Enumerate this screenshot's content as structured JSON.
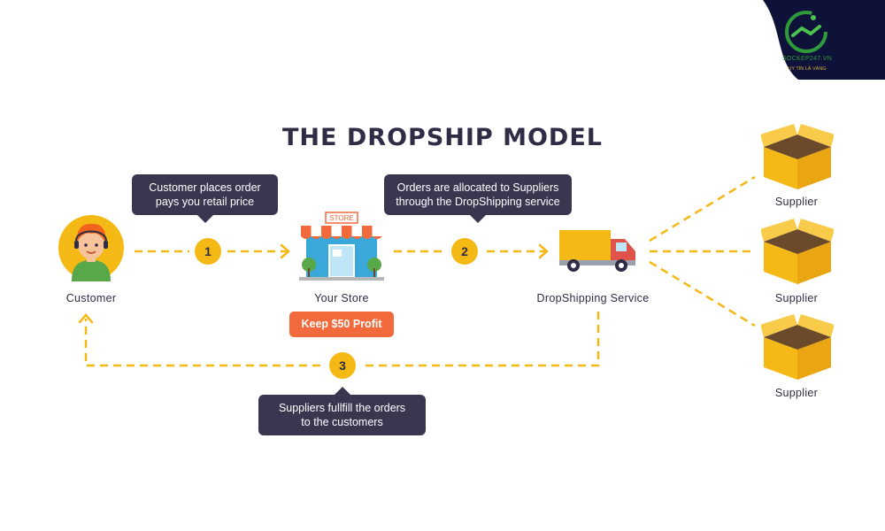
{
  "title": "THE DROPSHIP MODEL",
  "nodes": {
    "customer": "Customer",
    "store": "Your Store",
    "store_sign": "STORE",
    "service": "DropShipping Service",
    "suppliers": [
      "Supplier",
      "Supplier",
      "Supplier"
    ]
  },
  "steps": {
    "one": {
      "number": "1",
      "lines": [
        "Customer places order",
        "pays you retail price"
      ]
    },
    "two": {
      "number": "2",
      "lines": [
        "Orders are allocated to Suppliers",
        "through the DropShipping service"
      ]
    },
    "three": {
      "number": "3",
      "lines": [
        "Suppliers fullfill the orders",
        "to the customers"
      ]
    }
  },
  "profit_label": "Keep $50 Profit",
  "watermark": {
    "name": "SOCKEP247.VN",
    "slogan": "UY TÍN LÀ VÀNG"
  },
  "colors": {
    "accent": "#f5b916",
    "bubble": "#3a3650",
    "profit": "#f26a3b",
    "text": "#2f2d45",
    "navy": "#0f1238"
  }
}
